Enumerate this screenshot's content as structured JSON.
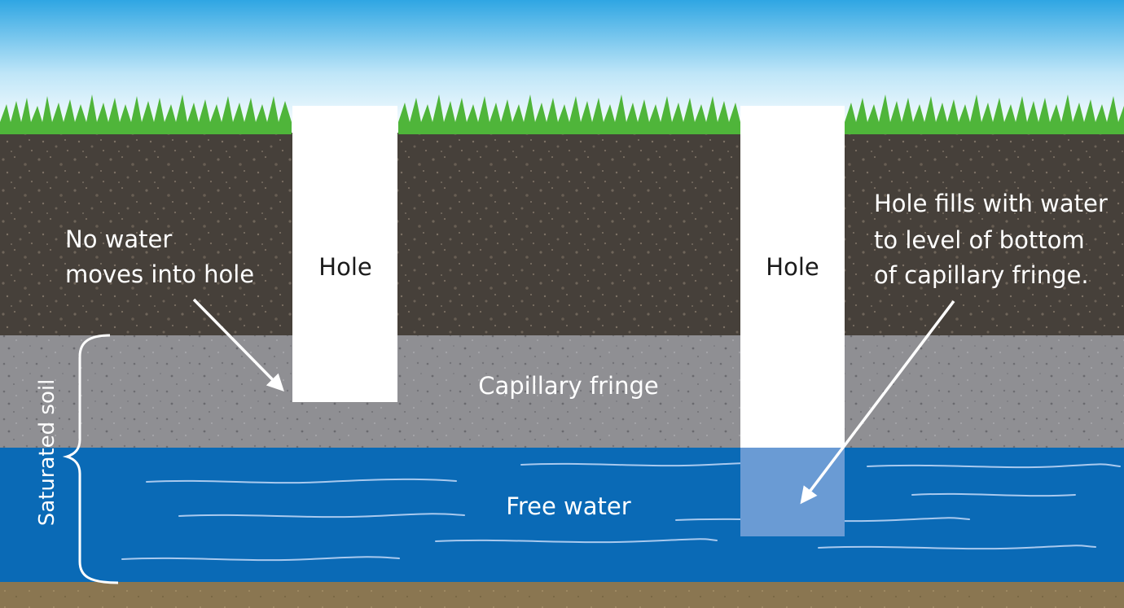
{
  "labels": {
    "hole_left": "Hole",
    "hole_right": "Hole",
    "no_water_line1": "No water",
    "no_water_line2": "moves into hole",
    "fills_line1": "Hole fills with water",
    "fills_line2": "to level of bottom",
    "fills_line3": "of capillary fringe.",
    "capillary_fringe": "Capillary fringe",
    "free_water": "Free water",
    "saturated_soil": "Saturated soil"
  },
  "colors": {
    "sky_top": "#2fa6e3",
    "topsoil": "#46403a",
    "capillary_fringe": "#8f8f93",
    "free_water": "#0a6ab6",
    "hole_water": "#6a9bd4",
    "bedrock": "#8a7651",
    "grass": "#4fb53a",
    "hole": "#ffffff"
  }
}
